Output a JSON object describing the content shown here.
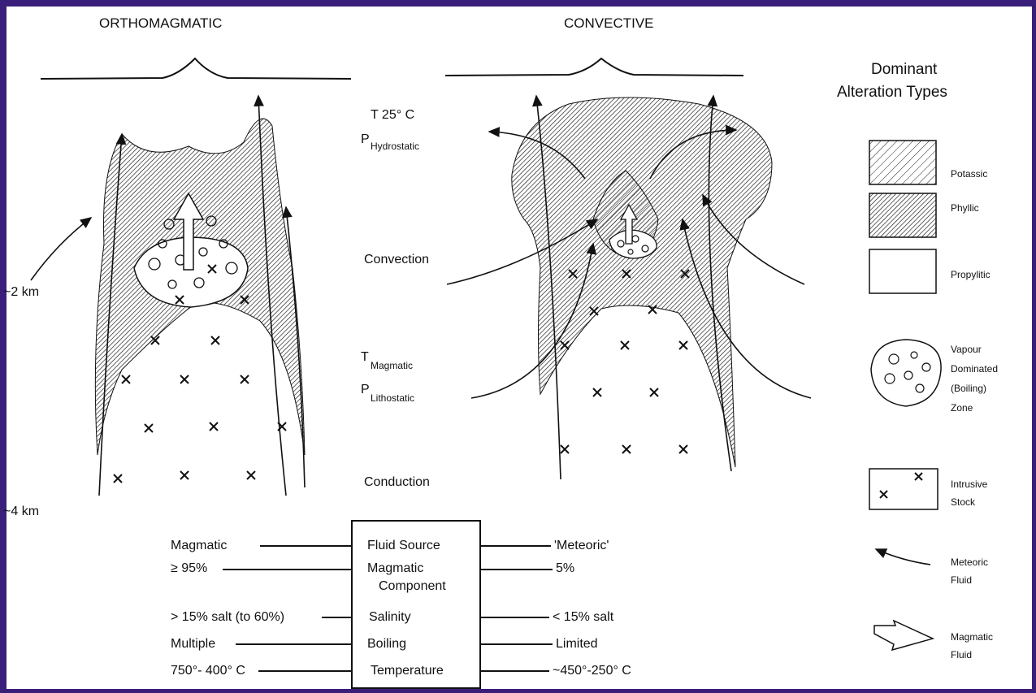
{
  "titles": {
    "left": "ORTHOMAGMATIC",
    "right": "CONVECTIVE"
  },
  "depths": {
    "d1": "~2 km",
    "d2": "~4 km"
  },
  "center_labels": {
    "t25": "T 25° C",
    "p": "P",
    "hydrostatic": "Hydrostatic",
    "convection": "Convection",
    "t": "T",
    "magmatic": "Magmatic",
    "p2": "P",
    "lithostatic": "Lithostatic",
    "conduction": "Conduction"
  },
  "legend": {
    "title_line1": "Dominant",
    "title_line2": "Alteration Types",
    "potassic": "Potassic",
    "phyllic": "Phyllic",
    "propylitic": "Propylitic",
    "vapour1": "Vapour",
    "vapour2": "Dominated",
    "vapour3": "(Boiling)",
    "vapour4": "Zone",
    "intrusive1": "Intrusive",
    "intrusive2": "Stock",
    "meteoric1": "Meteoric",
    "meteoric2": "Fluid",
    "magfluid1": "Magmatic",
    "magfluid2": "Fluid"
  },
  "table": {
    "center": {
      "r1": "Fluid Source",
      "r2a": "Magmatic",
      "r2b": "Component",
      "r3": "Salinity",
      "r4": "Boiling",
      "r5": "Temperature"
    },
    "left": {
      "r1": "Magmatic",
      "r2": "≥ 95%",
      "r3": "> 15% salt (to 60%)",
      "r4": "Multiple",
      "r5": "750°- 400° C"
    },
    "right": {
      "r1": "'Meteoric'",
      "r2": "5%",
      "r3": "< 15% salt",
      "r4": "Limited",
      "r5": "~450°-250° C"
    }
  }
}
